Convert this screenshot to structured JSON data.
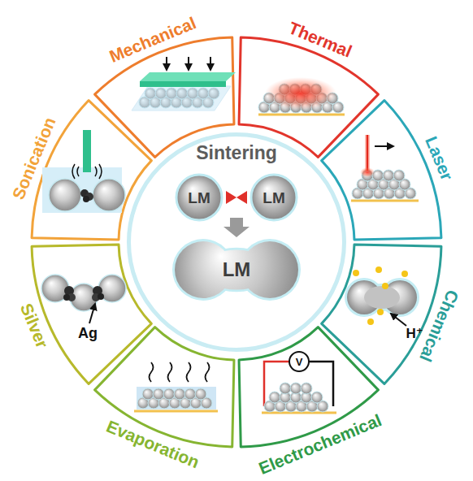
{
  "diagram": {
    "nodes": [
      {
        "text": [
          "Mechanical"
        ]
      },
      {
        "text": [
          "Thermal"
        ]
      },
      {
        "text": [
          "Laser"
        ]
      },
      {
        "text": [
          "Chemical"
        ]
      },
      {
        "text": [
          "Electrochemical"
        ]
      },
      {
        "text": [
          "Evaporation"
        ]
      },
      {
        "text": [
          "Silver"
        ]
      },
      {
        "text": [
          "Sonication"
        ]
      },
      {
        "text": [
          "Sintering"
        ]
      },
      {
        "text": [
          "LM"
        ],
        "in": 8
      },
      {
        "text": [
          "LM"
        ],
        "in": 8
      },
      {
        "text": [
          "LM"
        ],
        "in": 8
      }
    ],
    "labels": [
      "Ag",
      "H⁺",
      "V"
    ]
  }
}
